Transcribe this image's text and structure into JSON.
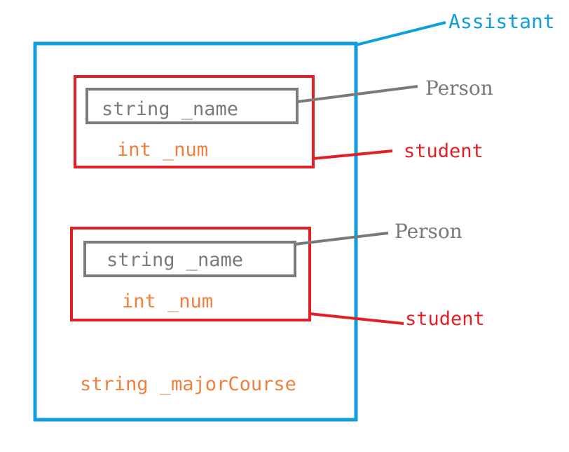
{
  "colors": {
    "assistant": "#0f9fdc",
    "student": "#e31f26",
    "person": "#7a7a7a",
    "member": "#f07f3c"
  },
  "labels": {
    "assistant": "Assistant",
    "person_1": "Person",
    "student_1": "student",
    "person_2": "Person",
    "student_2": "student"
  },
  "members": {
    "name_1": "string _name",
    "num_1": "int _num",
    "name_2": "string _name",
    "num_2": "int _num",
    "major_course": "string _majorCourse"
  }
}
